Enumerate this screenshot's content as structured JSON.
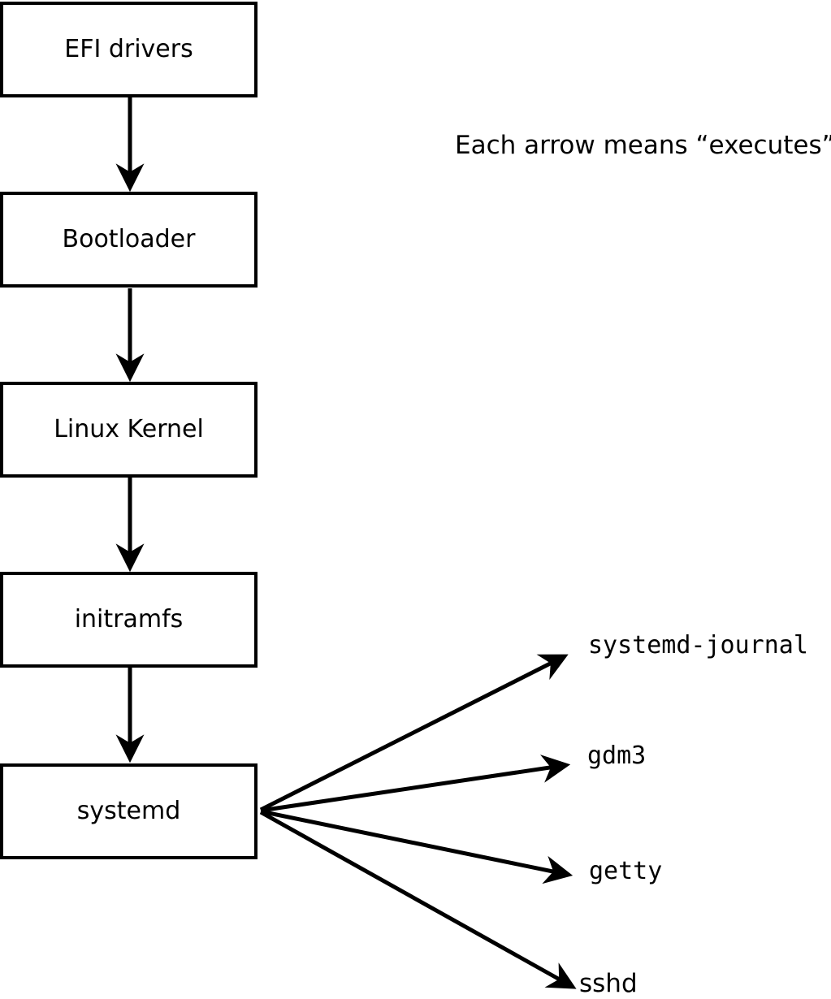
{
  "diagram": {
    "annotation_text": "Each arrow means “executes”.",
    "boot_chain": [
      {
        "label": "EFI drivers"
      },
      {
        "label": "Bootloader"
      },
      {
        "label": "Linux Kernel"
      },
      {
        "label": "initramfs"
      },
      {
        "label": "systemd"
      }
    ],
    "spawned_processes": [
      {
        "label": "systemd-journal"
      },
      {
        "label": "gdm3"
      },
      {
        "label": "getty"
      },
      {
        "label": "sshd"
      }
    ],
    "colors": {
      "stroke": "#000000",
      "box_fill": "#ffffff",
      "background": "#ffffff",
      "text": "#000000"
    }
  }
}
